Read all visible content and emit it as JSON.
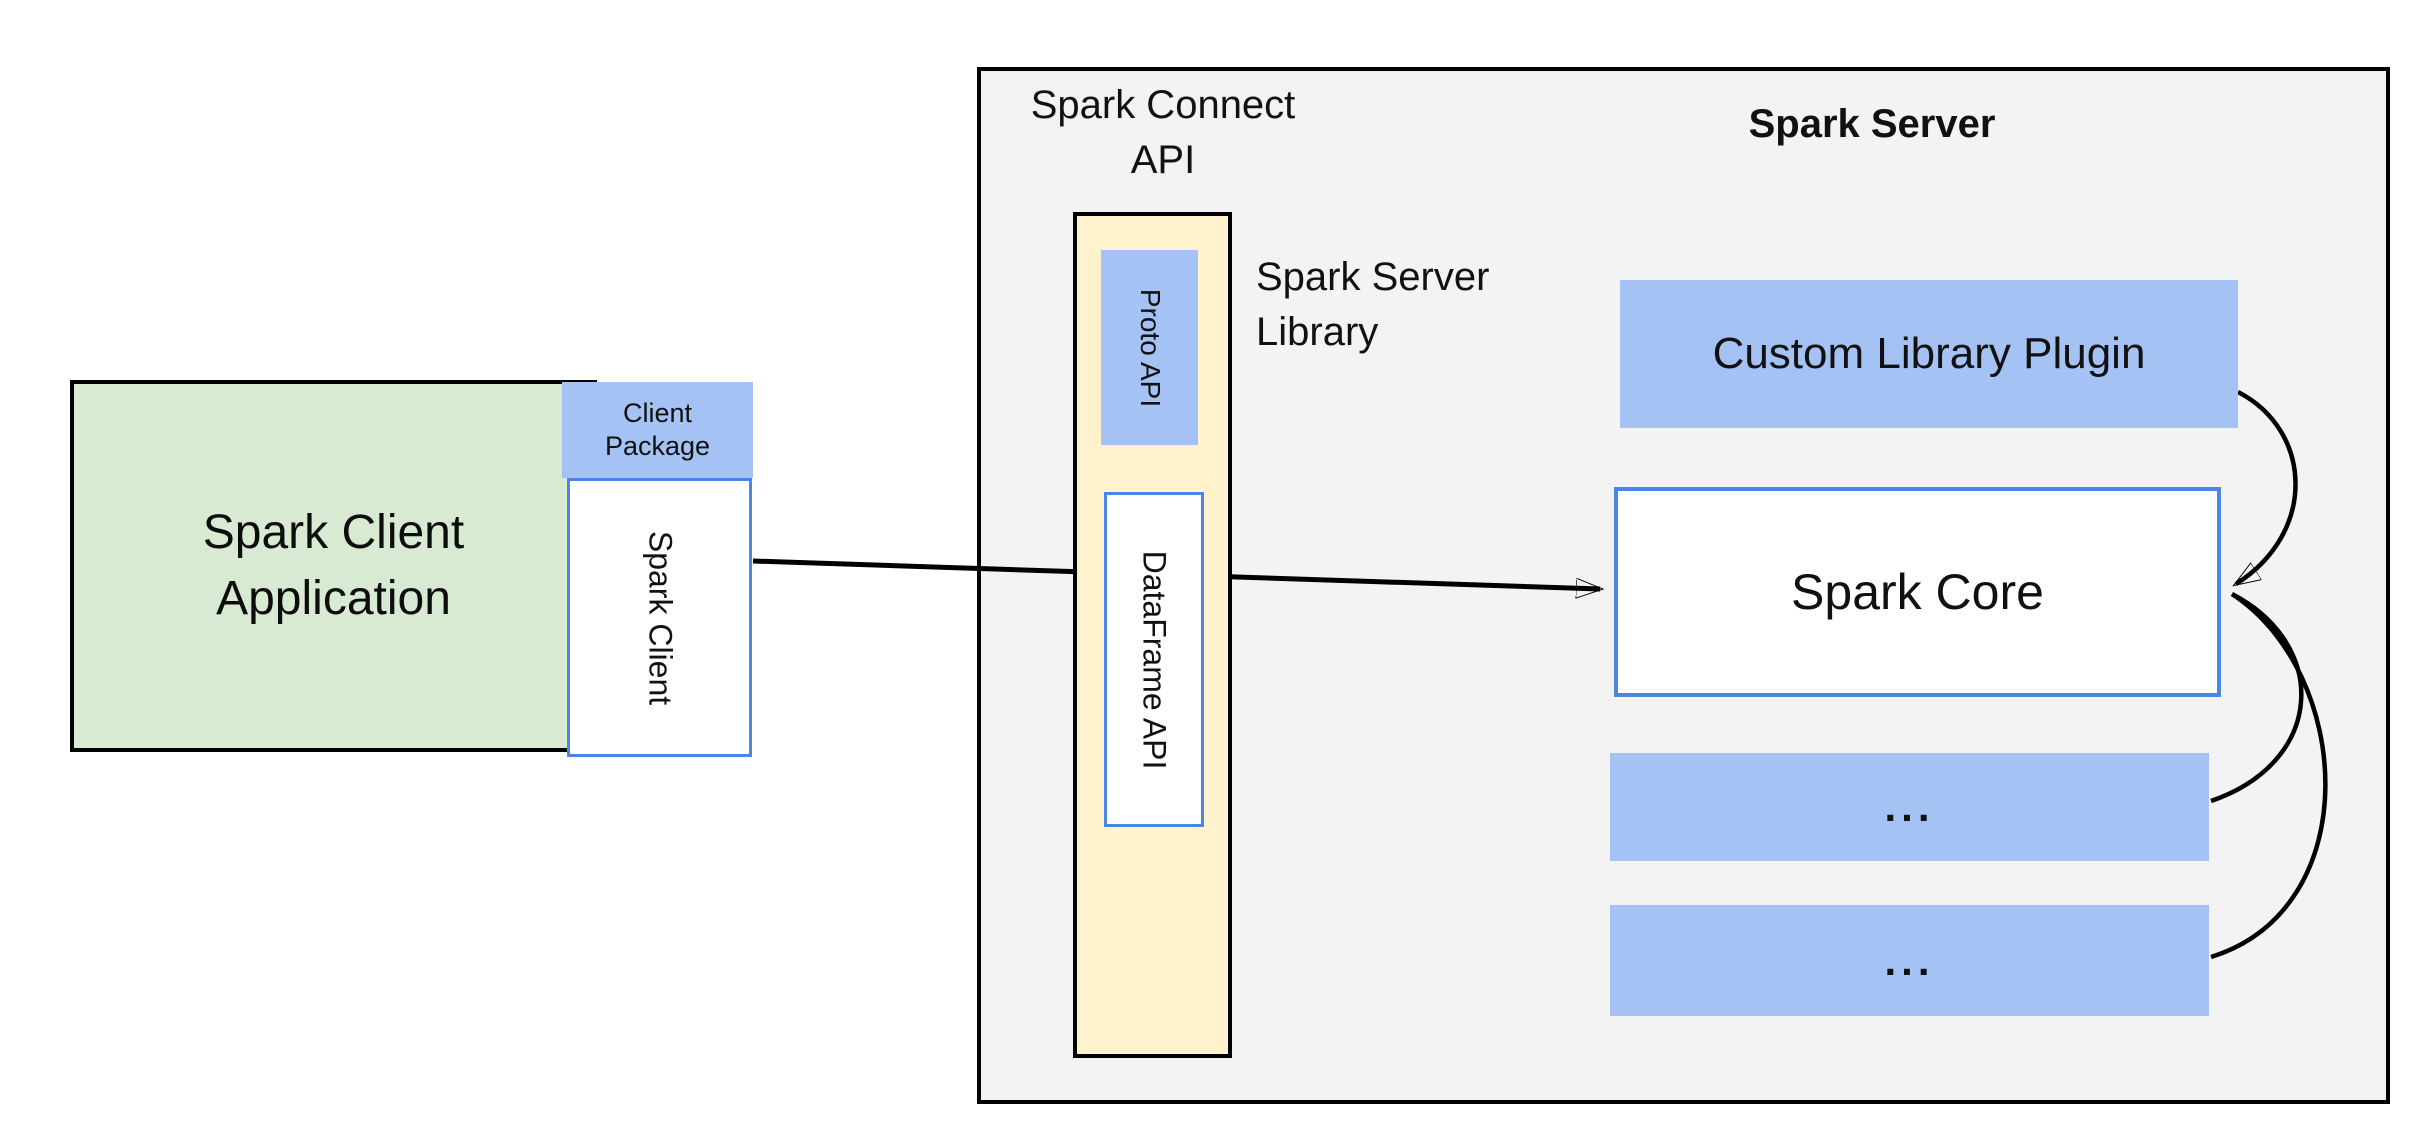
{
  "diagram": {
    "client": {
      "app_line1": "Spark Client",
      "app_line2": "Application",
      "package_line1": "Client",
      "package_line2": "Package",
      "spark_client_label": "Spark Client"
    },
    "connect": {
      "api_title_line1": "Spark Connect",
      "api_title_line2": "API",
      "proto_api_label": "Proto API",
      "dataframe_api_label": "DataFrame API",
      "server_library_line1": "Spark Server",
      "server_library_line2": "Library"
    },
    "server": {
      "title": "Spark Server",
      "custom_plugin_label": "Custom Library Plugin",
      "core_label": "Spark Core",
      "slot1_label": "...",
      "slot2_label": "..."
    },
    "colors": {
      "green": "#d9ead3",
      "blue": "#a4c2f4",
      "yellow": "#fff2cc",
      "gray": "#f3f3f3",
      "blue-border": "#4a86e8",
      "line": "#000000"
    }
  }
}
